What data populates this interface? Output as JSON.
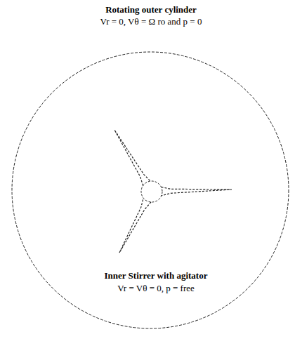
{
  "diagram": {
    "nodes": [
      {
        "text": [
          "Rotating outer cylinder",
          "Vr = 0, Vθ = Ω ro and p = 0"
        ]
      },
      {
        "text": [
          "Inner Stirrer with agitator",
          "Vr = Vθ = 0, p = free"
        ],
        "in": 0
      }
    ]
  }
}
